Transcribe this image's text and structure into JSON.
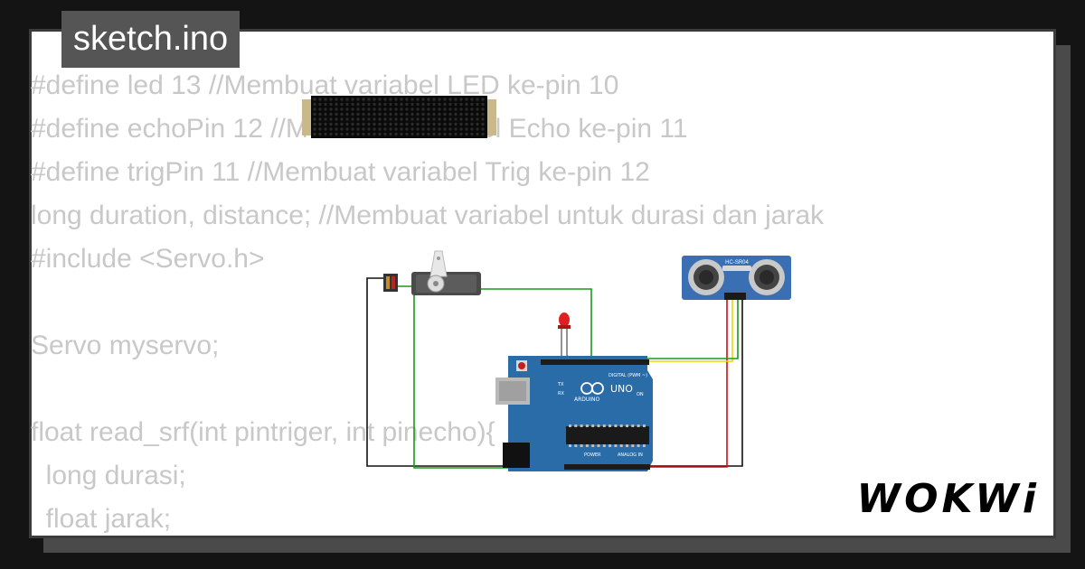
{
  "header": {
    "title": "sketch.ino"
  },
  "code": {
    "lines": [
      "#define led 13 //Membuat variabel LED ke-pin 10",
      "#define echoPin 12 //Membuat variabel Echo ke-pin 11",
      "#define trigPin 11 //Membuat variabel Trig ke-pin 12",
      "long duration, distance; //Membuat variabel untuk durasi dan jarak",
      "#include <Servo.h>",
      "",
      "Servo myservo;",
      "",
      "float read_srf(int pintriger, int pinecho){",
      "  long durasi;",
      "  float jarak;"
    ]
  },
  "components": {
    "sensor_label": "HC-SR04",
    "board_brand": "ARDUINO",
    "board_model": "UNO",
    "board_digital": "DIGITAL (PWM ~)",
    "board_power": "POWER",
    "board_analog": "ANALOG IN",
    "board_on": "ON",
    "board_tx": "TX",
    "board_rx": "RX"
  },
  "brand": {
    "logo_text": "WOKWi"
  },
  "colors": {
    "background": "#141414",
    "card": "#ffffff",
    "code_text": "#c8c8c8",
    "title_bg": "#555555",
    "board_blue": "#2a6ca8",
    "sensor_blue": "#3a6fb3",
    "wire_green": "#1a9a1a",
    "wire_red": "#d01010",
    "wire_yellow": "#e6d800",
    "led_red": "#e02020"
  }
}
